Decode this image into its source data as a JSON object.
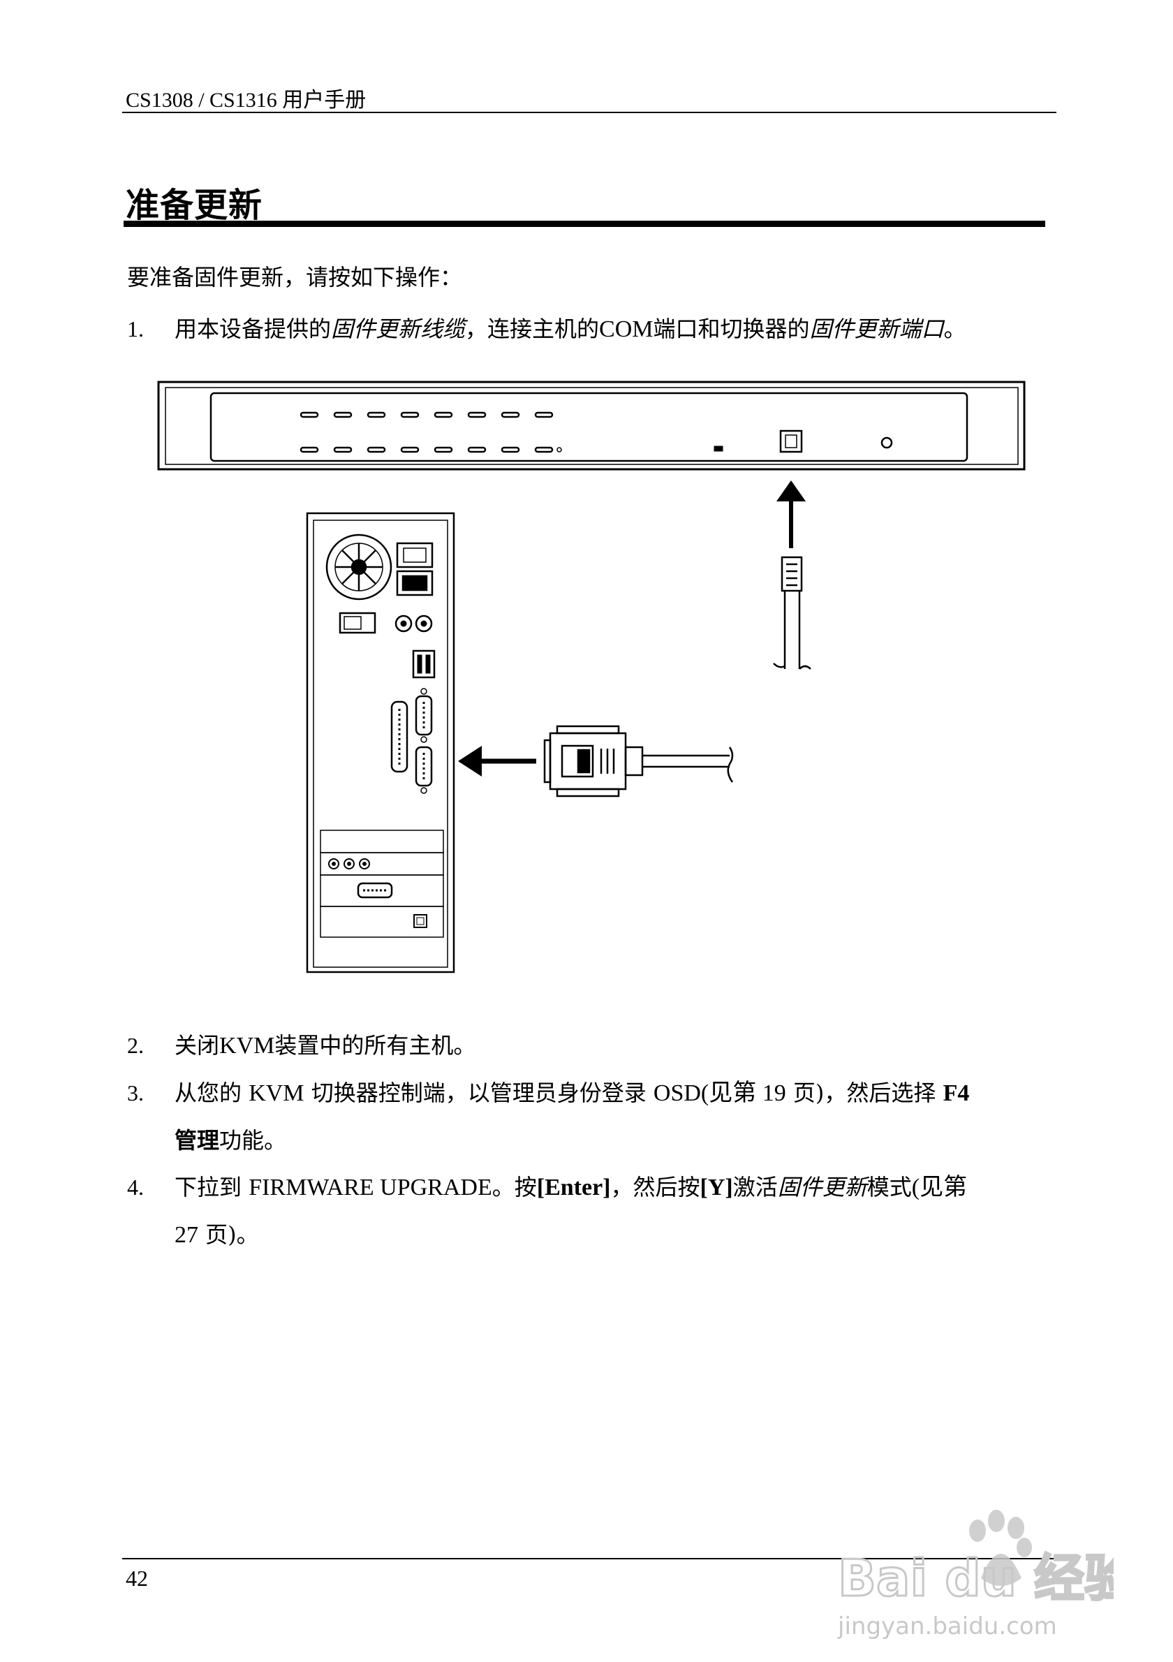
{
  "header": {
    "text": "CS1308 / CS1316 用户手册"
  },
  "section": {
    "title": "准备更新"
  },
  "intro": "要准备固件更新，请按如下操作：",
  "steps": [
    {
      "num": "1.",
      "parts": [
        "用本设备提供的",
        "固件更新线缆",
        "，连接主机的",
        "COM",
        "端口和切换器的",
        "固件更新端口",
        "。"
      ]
    },
    {
      "num": "2.",
      "parts": [
        "关闭",
        "KVM",
        "装置中的所有主机。"
      ]
    },
    {
      "num": "3.",
      "line1_parts": [
        "从您的 ",
        "KVM",
        " 切换器控制端，以管理员身份登录 ",
        "OSD",
        "(见第 ",
        "19",
        " 页)，然后选择 ",
        "F4"
      ],
      "line2_parts": [
        "管理",
        "功能。"
      ]
    },
    {
      "num": "4.",
      "line1_parts": [
        "下拉到 ",
        "FIRMWARE UPGRADE",
        "。按",
        "[Enter]",
        "，然后按",
        "[Y]",
        "激活",
        "固件更新",
        "模式",
        "(见第"
      ],
      "line2_parts": [
        "27",
        " 页)。"
      ]
    }
  ],
  "footer": {
    "page_number": "42"
  },
  "watermark": {
    "brand": "Bai du 经验",
    "url": "jingyan.baidu.com"
  }
}
